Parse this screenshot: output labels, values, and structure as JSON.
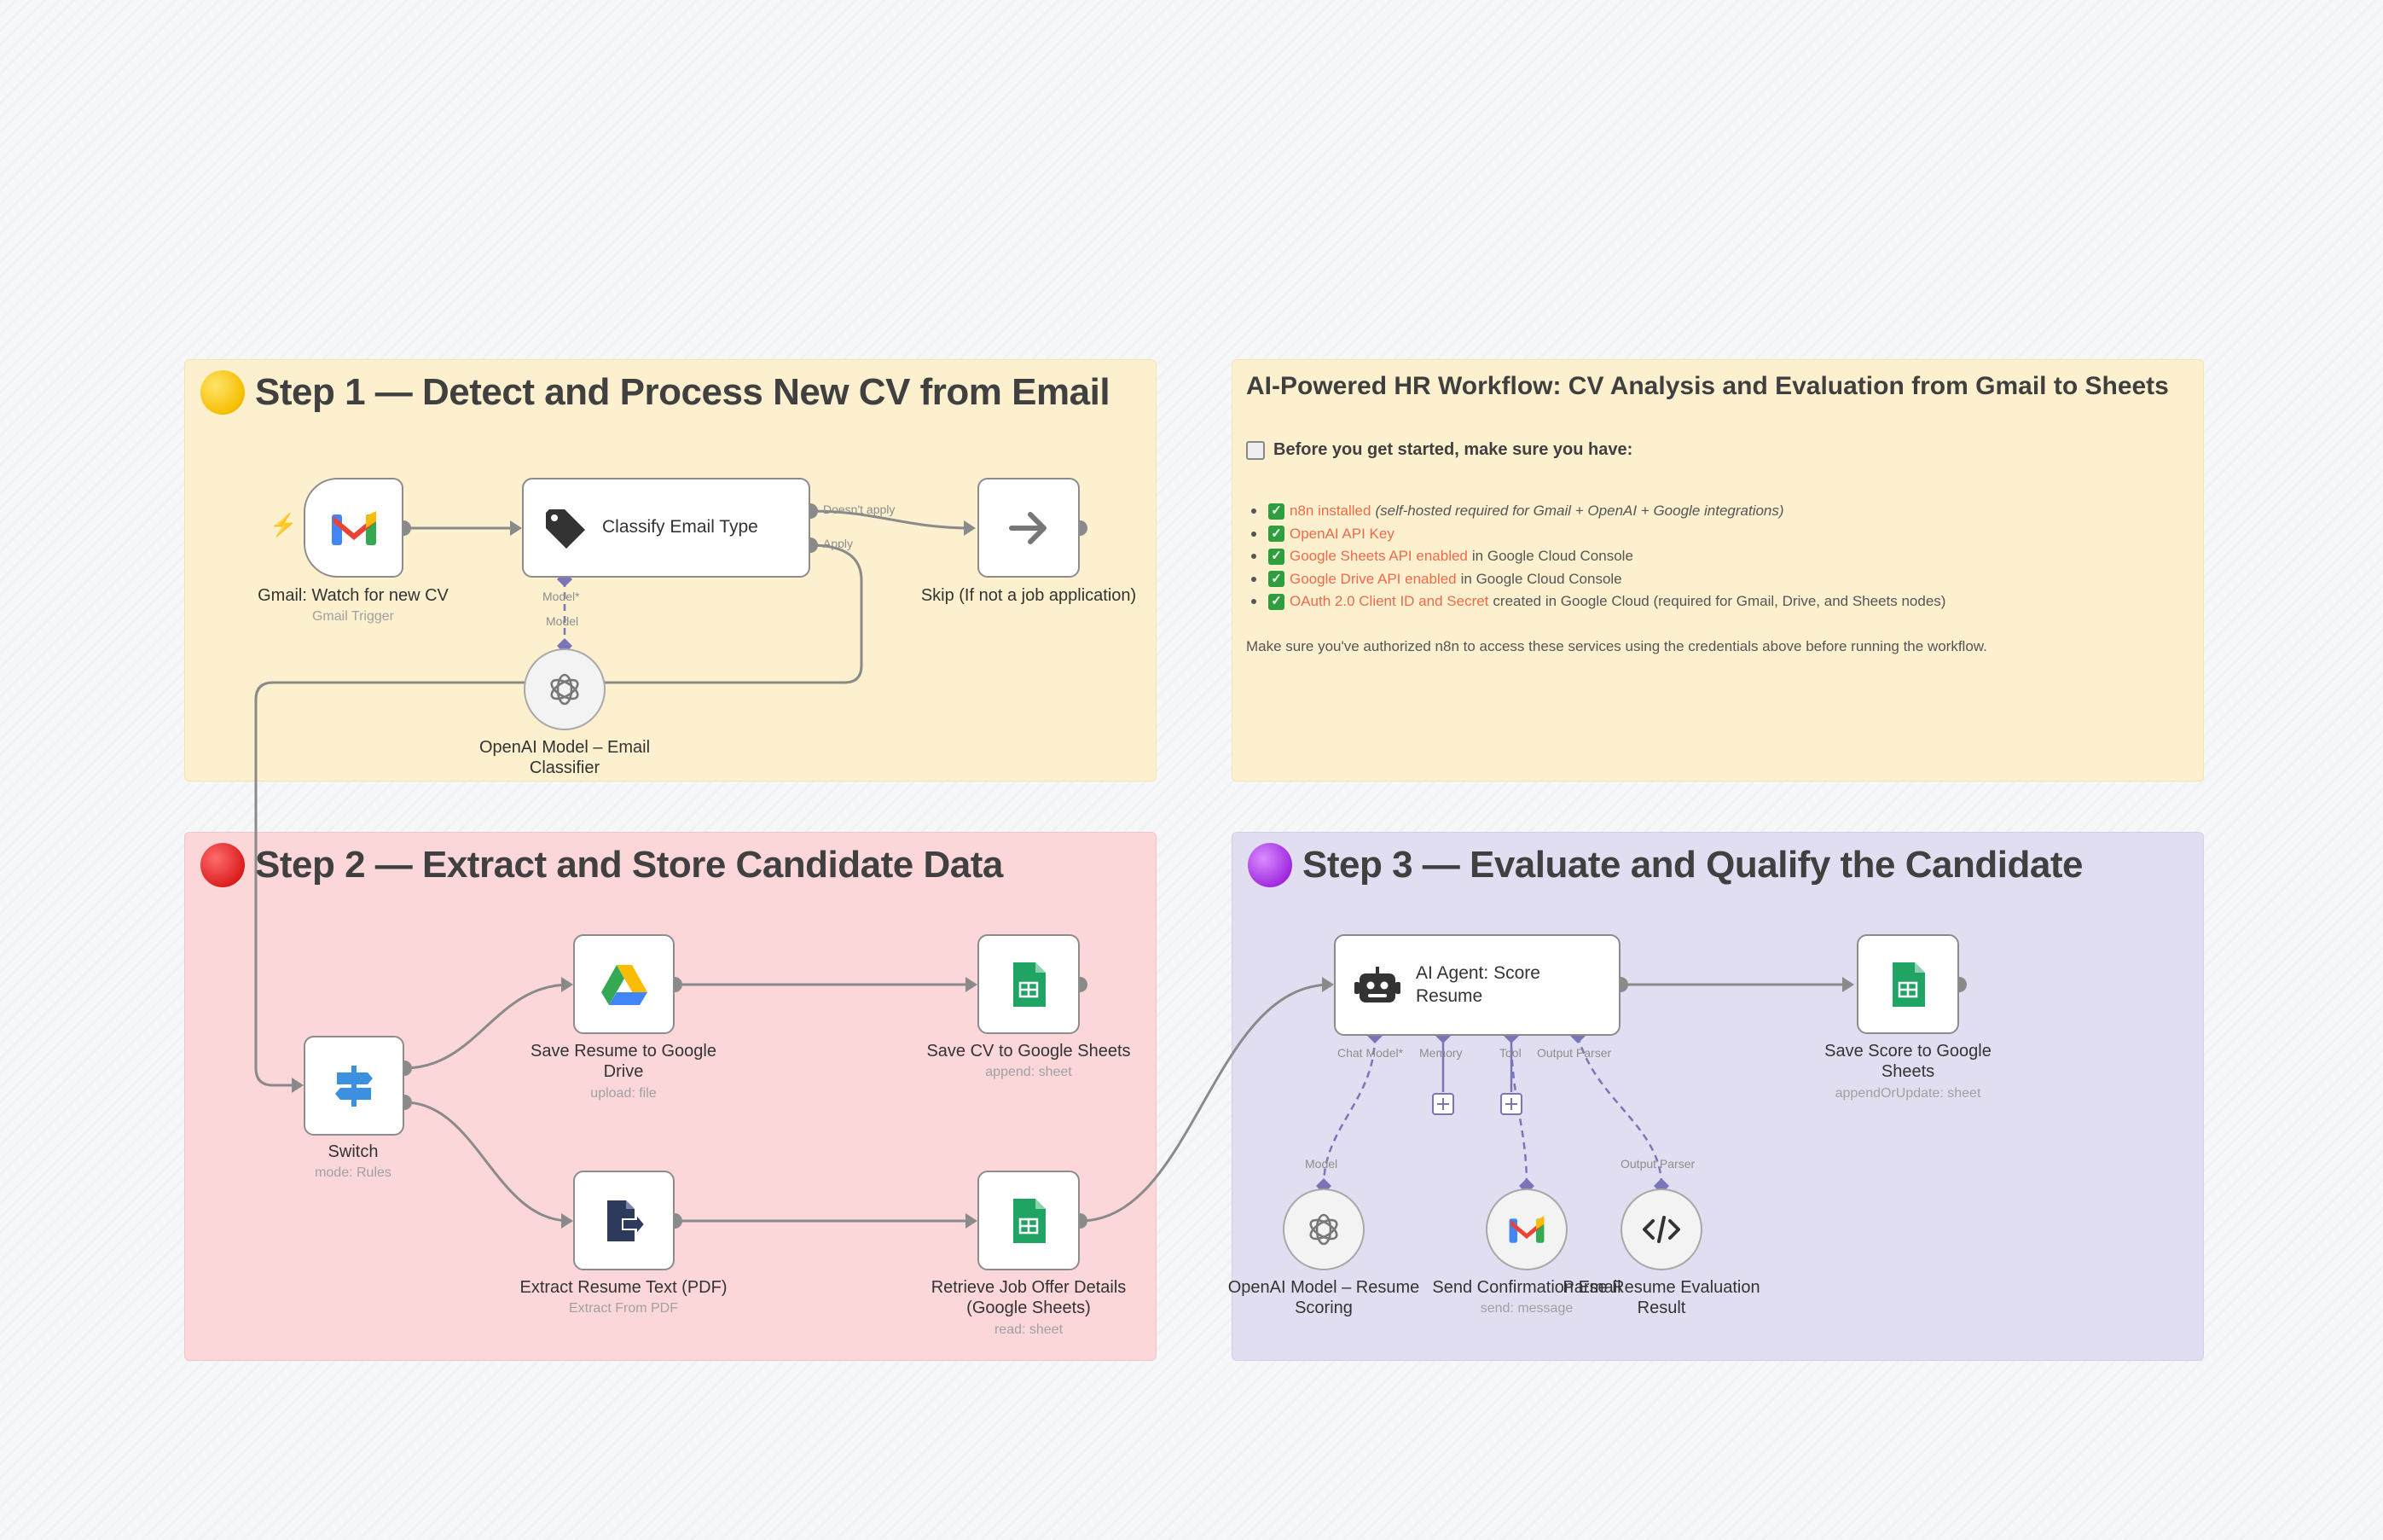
{
  "sticky_notes": {
    "step1_title": "Step 1 — Detect and Process New CV from Email",
    "step2_title": "Step 2 — Extract and Store Candidate Data",
    "step3_title": "Step 3 — Evaluate and Qualify the Candidate",
    "intro": {
      "title": "AI-Powered HR Workflow: CV Analysis and Evaluation from Gmail to Sheets",
      "subtitle": "Before you get started, make sure you have:",
      "items": [
        {
          "link": "n8n installed",
          "text": "(self-hosted required for Gmail + OpenAI + Google integrations)",
          "italic": true
        },
        {
          "link": "OpenAI API Key",
          "text": "",
          "italic": false
        },
        {
          "link": "Google Sheets API enabled",
          "text": "in Google Cloud Console",
          "italic": false
        },
        {
          "link": "Google Drive API enabled",
          "text": "in Google Cloud Console",
          "italic": false
        },
        {
          "link": "OAuth 2.0 Client ID and Secret",
          "text": "created in Google Cloud (required for Gmail, Drive, and Sheets nodes)",
          "italic": false
        }
      ],
      "footer": "Make sure you've authorized n8n to access these services using the credentials above before running the workflow."
    }
  },
  "nodes": {
    "gmail_trigger": {
      "label": "Gmail: Watch for new CV",
      "sub": "Gmail Trigger",
      "icon": "gmail-icon"
    },
    "classify": {
      "label": "Classify Email Type",
      "icon": "tag-icon"
    },
    "skip": {
      "label": "Skip (If not a job application)",
      "icon": "arrow-right-icon"
    },
    "openai_classifier": {
      "label": "OpenAI Model – Email Classifier",
      "icon": "openai-icon"
    },
    "switch": {
      "label": "Switch",
      "sub": "mode: Rules",
      "icon": "signpost-icon"
    },
    "save_drive": {
      "label": "Save Resume to Google Drive",
      "sub": "upload: file",
      "icon": "google-drive-icon"
    },
    "save_cv_sheets": {
      "label": "Save CV to Google Sheets",
      "sub": "append: sheet",
      "icon": "google-sheets-icon"
    },
    "extract_pdf": {
      "label": "Extract Resume Text (PDF)",
      "sub": "Extract From PDF",
      "icon": "file-extract-icon"
    },
    "retrieve_job": {
      "label": "Retrieve Job Offer Details (Google Sheets)",
      "sub": "read: sheet",
      "icon": "google-sheets-icon"
    },
    "ai_agent": {
      "label": "AI Agent: Score Resume",
      "icon": "robot-icon"
    },
    "save_score": {
      "label": "Save Score to Google Sheets",
      "sub": "appendOrUpdate: sheet",
      "icon": "google-sheets-icon"
    },
    "openai_scoring": {
      "label": "OpenAI Model – Resume Scoring",
      "icon": "openai-icon"
    },
    "send_email": {
      "label": "Send Confirmation Email",
      "sub": "send: message",
      "icon": "gmail-icon"
    },
    "parse_result": {
      "label": "Parse Resume Evaluation Result",
      "icon": "code-icon"
    }
  },
  "ports": {
    "doesnt_apply": "Doesn't apply",
    "apply": "Apply",
    "model_req": "Model*",
    "model": "Model",
    "chat_model": "Chat Model*",
    "memory": "Memory",
    "tool": "Tool",
    "output_parser": "Output Parser",
    "model_lower": "Model",
    "output_parser_lower": "Output Parser"
  },
  "colors": {
    "sticky_yellow": "#fdf0cf",
    "sticky_red": "#fbd7d9",
    "sticky_purple": "#e2def1",
    "link": "#ef6a4a",
    "connector": "#8a8a8a",
    "ai_port": "#7a74b8"
  }
}
